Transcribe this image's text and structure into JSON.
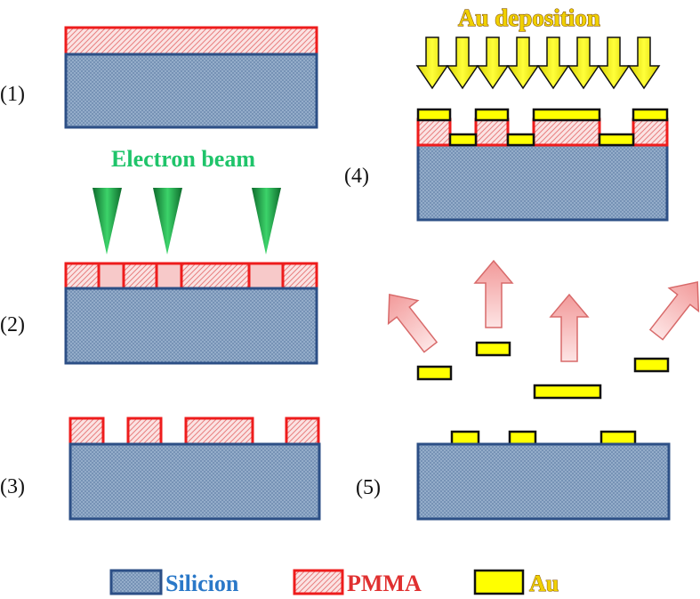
{
  "steps": {
    "step1": "(1)",
    "step2": "(2)",
    "step3": "(3)",
    "step4": "(4)",
    "step5": "(5)"
  },
  "titles": {
    "electron_beam": "Electron beam",
    "au_deposition": "Au deposition"
  },
  "legend": {
    "silicon": "Silicion",
    "pmma": "PMMA",
    "au": "Au"
  },
  "colors": {
    "silicon_fill": "#8fa9c6",
    "silicon_border": "#2c4f86",
    "pmma_border": "#ee1c1c",
    "pmma_hatch": "#ea8a8a",
    "au_fill": "#ffff00",
    "beam_green": "#1ea84a",
    "lift_arrow": "#f4a8a8"
  }
}
